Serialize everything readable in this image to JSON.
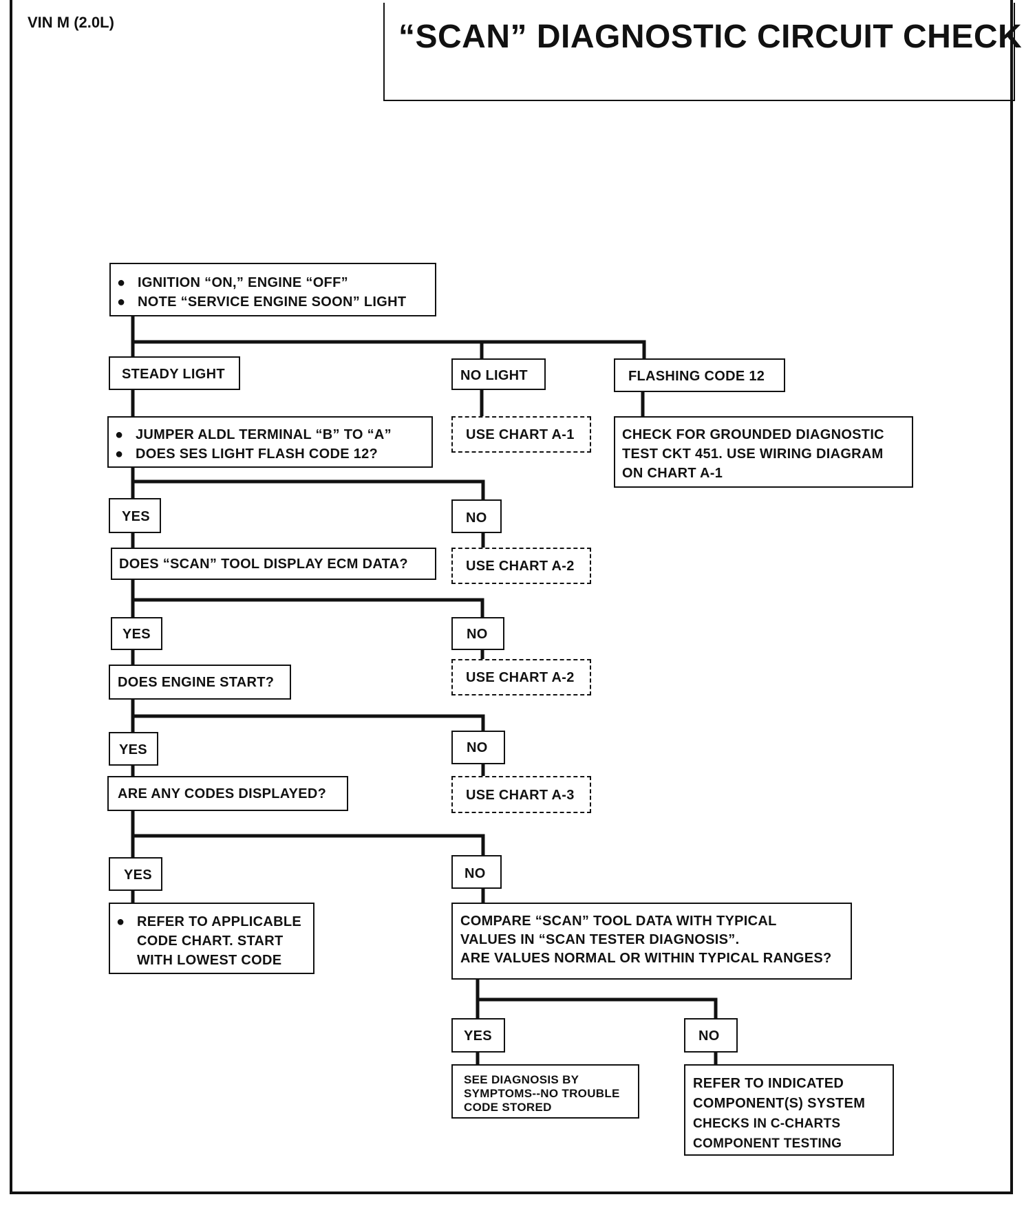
{
  "header": {
    "vin": "VIN M (2.0L)",
    "title": "“SCAN” DIAGNOSTIC CIRCUIT CHECK"
  },
  "nodes": {
    "ignition": {
      "bullets": [
        "IGNITION “ON,” ENGINE “OFF”",
        "NOTE “SERVICE ENGINE SOON” LIGHT"
      ]
    },
    "steady_light": "STEADY LIGHT",
    "no_light": "NO LIGHT",
    "flashing_code": "FLASHING CODE 12",
    "use_chart_a1": "USE CHART A-1",
    "grounded_check": [
      "CHECK FOR GROUNDED DIAGNOSTIC",
      "TEST CKT 451.  USE WIRING DIAGRAM",
      "ON CHART A-1"
    ],
    "jumper": {
      "bullets": [
        "JUMPER  ALDL TERMINAL “B” TO “A”",
        "DOES SES LIGHT FLASH CODE 12?"
      ]
    },
    "yes_1": "YES",
    "no_1": "NO",
    "scan_display": "DOES “SCAN” TOOL DISPLAY ECM DATA?",
    "use_chart_a2_1": "USE CHART A-2",
    "yes_2": "YES",
    "no_2": "NO",
    "engine_start": "DOES ENGINE START?",
    "use_chart_a2_2": "USE CHART A-2",
    "yes_3": "YES",
    "no_3": "NO",
    "codes_displayed": "ARE ANY CODES DISPLAYED?",
    "use_chart_a3": "USE CHART A-3",
    "yes_4": "YES",
    "no_4": "NO",
    "refer_code_chart": {
      "bullet_lines": [
        "REFER TO APPLICABLE",
        "CODE CHART.  START",
        "WITH LOWEST CODE"
      ]
    },
    "compare": [
      "COMPARE “SCAN” TOOL DATA WITH TYPICAL",
      "VALUES  IN  “SCAN TESTER DIAGNOSIS”.",
      "ARE VALUES NORMAL OR WITHIN TYPICAL RANGES?"
    ],
    "yes_5": "YES",
    "no_5": "NO",
    "see_diagnosis": [
      "SEE DIAGNOSIS BY",
      "SYMPTOMS--NO TROUBLE",
      "CODE STORED"
    ],
    "refer_component": [
      "REFER TO INDICATED",
      "COMPONENT(S) SYSTEM",
      "CHECKS IN  C-CHARTS",
      "COMPONENT   TESTING"
    ]
  },
  "icons": {
    "bullet": "bullet-dot-icon"
  }
}
